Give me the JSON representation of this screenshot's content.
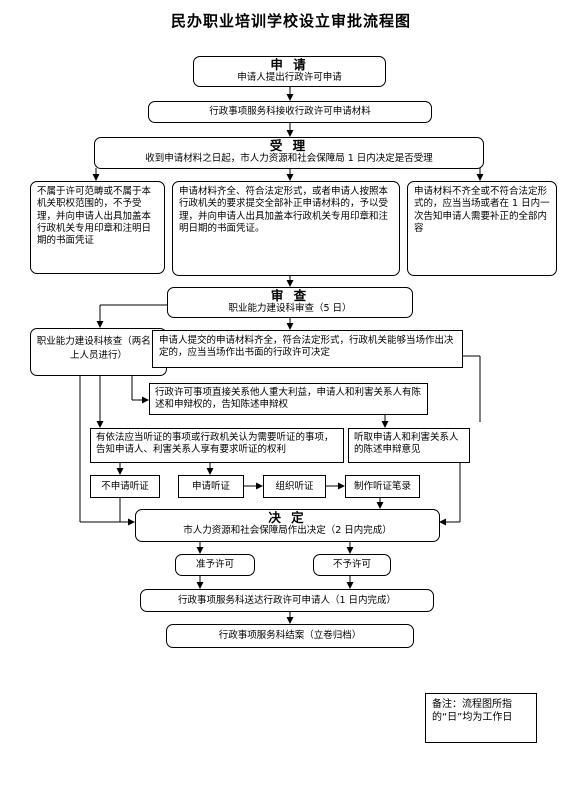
{
  "title": "民办职业培训学校设立审批流程图",
  "apply": {
    "heading": "申 请",
    "text": "申请人提出行政许可申请"
  },
  "receive": {
    "text": "行政事项服务科接收行政许可申请材料"
  },
  "accept": {
    "heading": "受 理",
    "text": "收到申请材料之日起，市人力资源和社会保障局 1 日内决定是否受理"
  },
  "branches": {
    "reject": "不属于许可范畴或不属于本机关职权范围的，不予受理，并向申请人出具加盖本行政机关专用印章和注明日期的书面凭证",
    "accepted": "申请材料齐全、符合法定形式，或者申请人按照本行政机关的要求提交全部补正申请材料的，予以受理，并向申请人出具加盖本行政机关专用印章和注明日期的书面凭证。",
    "incomplete": "申请材料不齐全或不符合法定形式的，应当当场或者在 1 日内一次告知申请人需要补正的全部内容"
  },
  "review": {
    "heading": "审 查",
    "text": "职业能力建设科审查（5 日）"
  },
  "verify": {
    "text": "职业能力建设科核查（两名以上人员进行）"
  },
  "onsite": {
    "text": "申请人提交的申请材料齐全，符合法定形式，行政机关能够当场作出决定的，应当当场作出书面的行政许可决定"
  },
  "interest": {
    "text": "行政许可事项直接关系他人重大利益，申请人和利害关系人有陈述和申辩权的，告知陈述申辩权"
  },
  "hearing_notice": {
    "text": "有依法应当听证的事项或行政机关认为需要听证的事项，告知申请人、利害关系人享有要求听证的权利"
  },
  "listen": {
    "text": "听取申请人和利害关系人的陈述申辩意见"
  },
  "hearing_steps": [
    "不申请听证",
    "申请听证",
    "组织听证",
    "制作听证笔录"
  ],
  "decision": {
    "heading": "决 定",
    "text": "市人力资源和社会保障局作出决定（2 日内完成）"
  },
  "outcomes": {
    "grant": "准予许可",
    "deny": "不予许可"
  },
  "deliver": {
    "text": "行政事项服务科送达行政许可申请人（1 日内完成）"
  },
  "close": {
    "text": "行政事项服务科结案（立卷归档）"
  },
  "note": {
    "text": "备注：流程图所指的“日”均为工作日"
  }
}
